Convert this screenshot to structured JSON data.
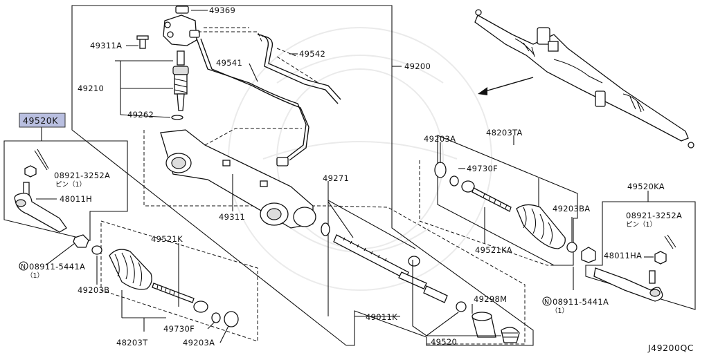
{
  "diagram": {
    "code": "J49200QC",
    "highlighted_part": "49520K",
    "labels": {
      "p49369": "49369",
      "p49311A": "49311A",
      "p49541": "49541",
      "p49542": "49542",
      "p49200": "49200",
      "p49210": "49210",
      "p49262": "49262",
      "p49520K": "49520K",
      "p08921_left": "08921-3252A",
      "p08921_left_sub": "ピン（1）",
      "p48011H": "48011H",
      "p49311": "49311",
      "p49271": "49271",
      "p49203A_top": "49203A",
      "p48203TA": "48203TA",
      "p49730F_top": "49730F",
      "p49203BA": "49203BA",
      "p49521KA": "49521KA",
      "p49520KA": "49520KA",
      "p08921_right": "08921-3252A",
      "p08921_right_sub": "ピン（1）",
      "p48011HA": "48011HA",
      "n08911_left": "08911-5441A",
      "n08911_left_qty": "（1）",
      "n08911_right": "08911-5441A",
      "n08911_right_qty": "（1）",
      "p49521K": "49521K",
      "p49203B": "49203B",
      "p49730F_bottom": "49730F",
      "p48203T": "48203T",
      "p49203A_bottom": "49203A",
      "p49298M": "49298M",
      "p49011K": "49011K",
      "p49520": "49520"
    }
  }
}
